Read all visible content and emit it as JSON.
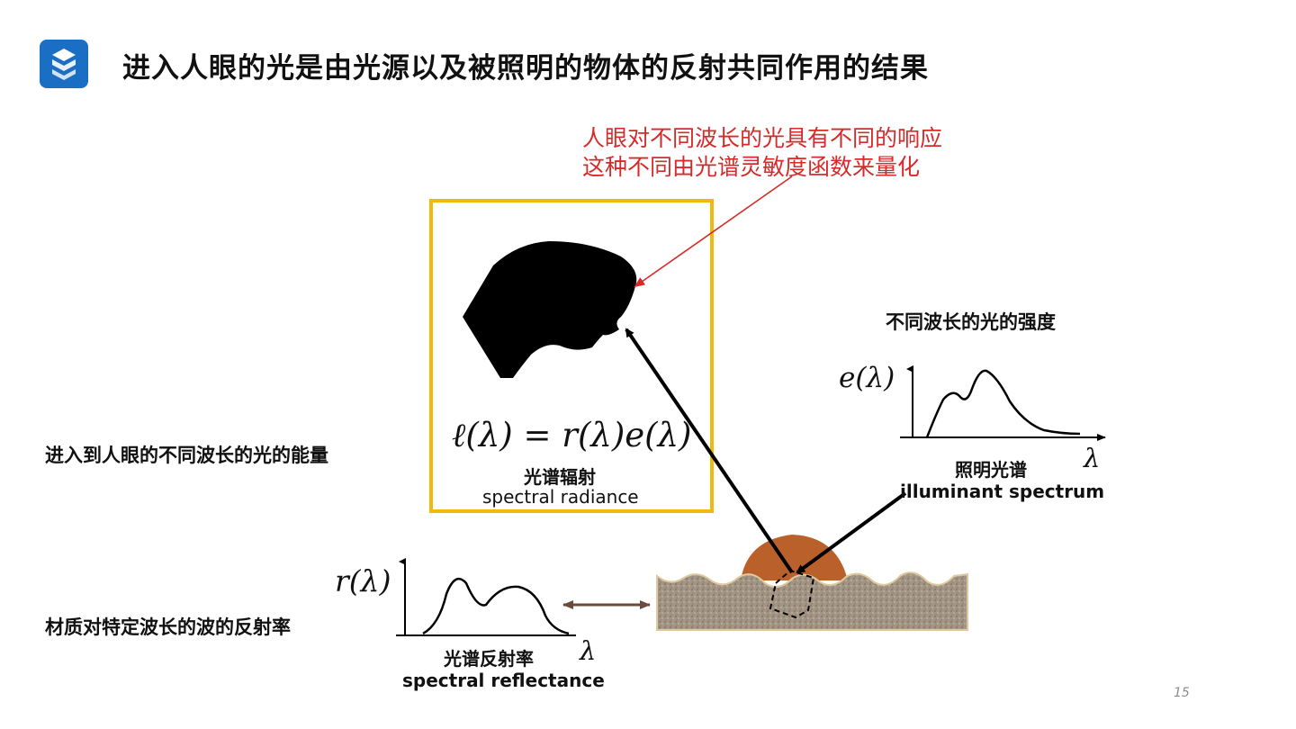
{
  "slide": {
    "title": "进入人眼的光是由光源以及被照明的物体的反射共同作用的结果",
    "page_number": "15",
    "logo_icon": "s-logo-icon",
    "accent_color": "#1a6fc4",
    "frame_color": "#f1b90c",
    "note_color": "#d52b2b"
  },
  "note": {
    "line1": "人眼对不同波长的光具有不同的响应",
    "line2": "这种不同由光谱灵敏度函数来量化"
  },
  "radiance": {
    "formula": "ℓ(λ) = r(λ)e(λ)",
    "label_cn": "光谱辐射",
    "label_en": "spectral radiance",
    "side_label": "进入到人眼的不同波长的光的能量"
  },
  "illuminant": {
    "heading": "不同波长的光的强度",
    "y_axis": "e(λ)",
    "x_axis": "λ",
    "label_cn": "照明光谱",
    "label_en": "illuminant spectrum"
  },
  "reflectance": {
    "side_label": "材质对特定波长的波的反射率",
    "y_axis": "r(λ)",
    "x_axis": "λ",
    "label_cn": "光谱反射率",
    "label_en": "spectral reflectance"
  }
}
